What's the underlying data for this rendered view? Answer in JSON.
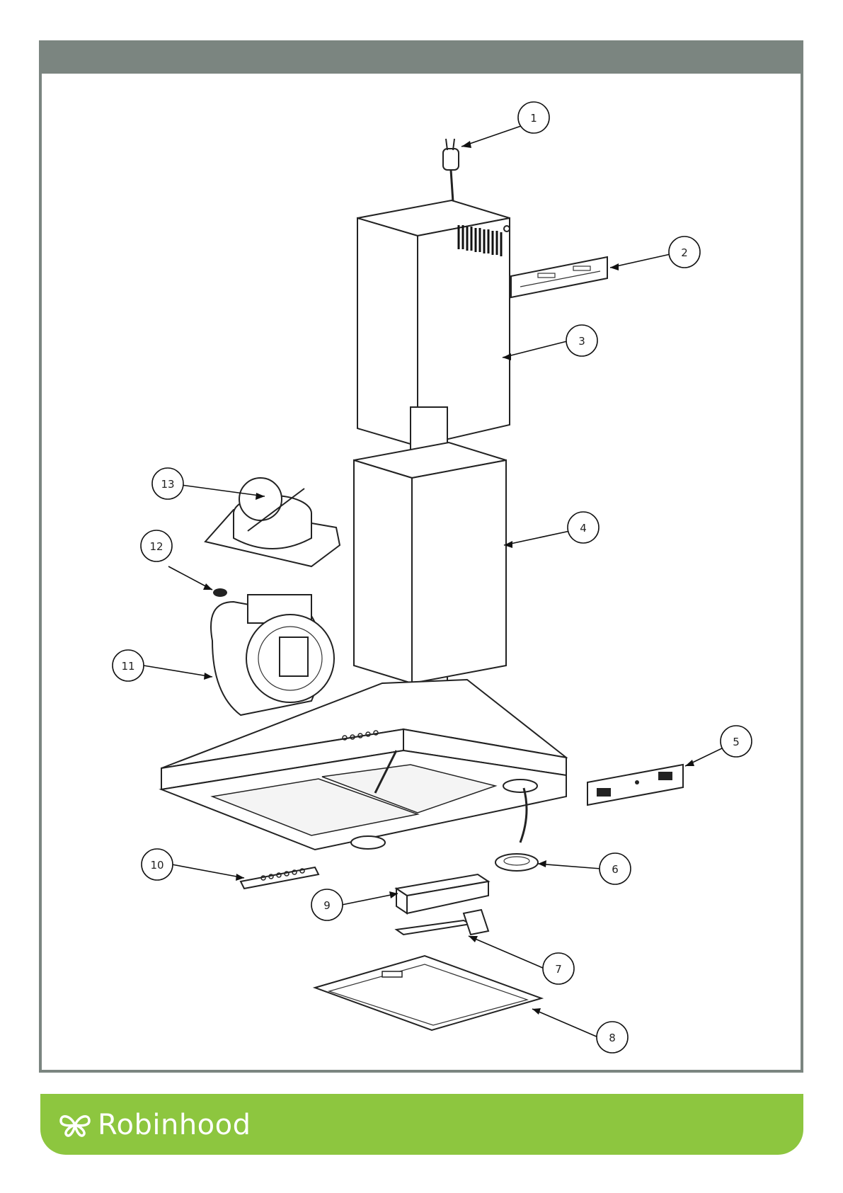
{
  "brand": {
    "name": "Robinhood",
    "color": "#8dc63f",
    "icon": "butterfly-icon"
  },
  "frame_color": "#7b8580",
  "callouts": [
    {
      "id": "c1",
      "label": "1"
    },
    {
      "id": "c2",
      "label": "2"
    },
    {
      "id": "c3",
      "label": "3"
    },
    {
      "id": "c4",
      "label": "4"
    },
    {
      "id": "c5",
      "label": "5"
    },
    {
      "id": "c6",
      "label": "6"
    },
    {
      "id": "c7",
      "label": "7"
    },
    {
      "id": "c8",
      "label": "8"
    },
    {
      "id": "c9",
      "label": "9"
    },
    {
      "id": "c10",
      "label": "10"
    },
    {
      "id": "c11",
      "label": "11"
    },
    {
      "id": "c12",
      "label": "12"
    },
    {
      "id": "c13",
      "label": "13"
    }
  ]
}
